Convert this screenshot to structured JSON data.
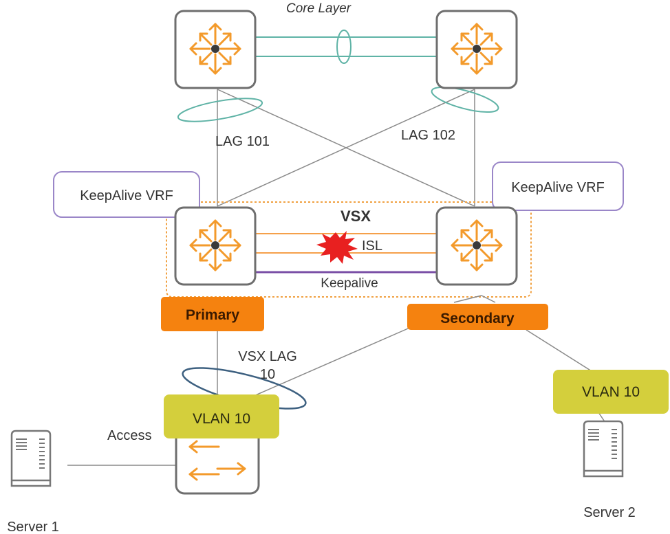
{
  "title": "Core Layer",
  "labels": {
    "lag_left": "LAG 101",
    "lag_right": "LAG 102",
    "vsx": "VSX",
    "isl": "ISL",
    "keepalive": "Keepalive",
    "vsx_lag_line1": "VSX LAG",
    "vsx_lag_line2": "10",
    "access": "Access"
  },
  "nodes": {
    "core_left": "core-switch-1",
    "core_right": "core-switch-2",
    "agg_left": "aggregation-switch-primary",
    "agg_right": "aggregation-switch-secondary",
    "access": "access-switch"
  },
  "badges": {
    "keepalive_vrf_left": "KeepAlive VRF",
    "keepalive_vrf_right": "KeepAlive VRF",
    "primary": "Primary",
    "secondary": "Secondary",
    "vlan_left": "VLAN 10",
    "vlan_right": "VLAN 10"
  },
  "servers": {
    "server1": "Server 1",
    "server2": "Server 2"
  },
  "colors": {
    "switch_border": "#6e6e6e",
    "arrow": "#f39a2b",
    "lag_ring": "#5fb3a6",
    "isl_line": "#f5a04a",
    "keepalive_line": "#7a4fa6",
    "vrf_border": "#9a86c8",
    "role_badge": "#f5820f",
    "vlan_badge": "#d4cf3c",
    "vsx_dotted": "#f0a040",
    "vsx_lag_ring": "#3d6080",
    "failure": "#e82020"
  }
}
